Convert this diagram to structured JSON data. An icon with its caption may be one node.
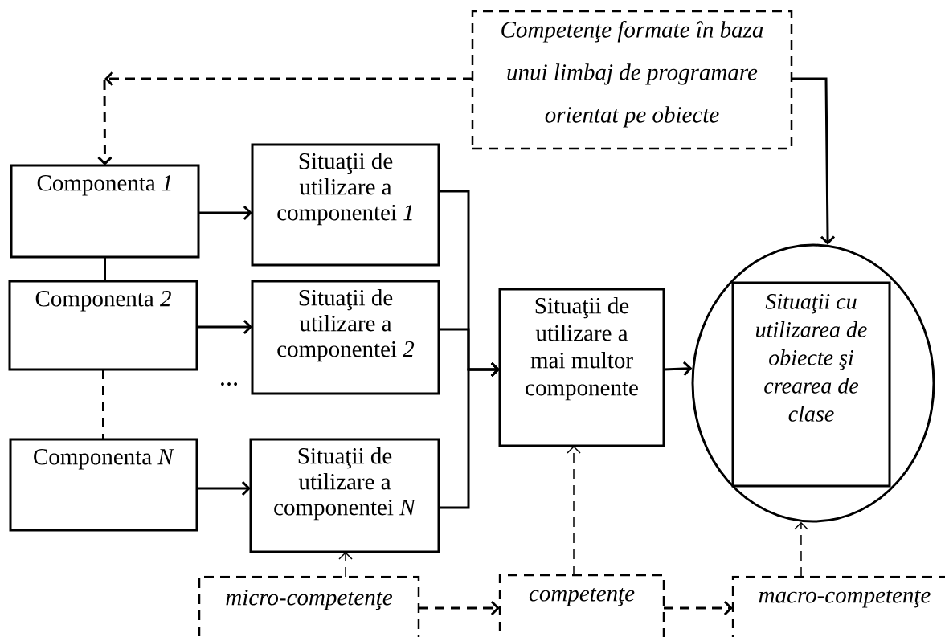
{
  "diagram": {
    "nodes": [
      {
        "text": [
          "Competenţe formate în baza unui limbaj de programare orientat pe obiecte"
        ]
      },
      {
        "text": [
          "Componenta *1*"
        ]
      },
      {
        "text": [
          "Situaţii de utilizare a componentei *1*"
        ]
      },
      {
        "text": [
          "Componenta *2*"
        ]
      },
      {
        "text": [
          "Situaţii de utilizare a componentei *2*"
        ]
      },
      {
        "text": [
          "Componenta *N*"
        ]
      },
      {
        "text": [
          "Situaţii de utilizare a componentei *N*"
        ]
      },
      {
        "text": [
          "Situaţii de utilizare a mai multor componente"
        ]
      },
      {
        "text": [],
        "shape": "circle"
      },
      {
        "text": [
          "Situaţii cu utilizarea de obiecte şi crearea de clase"
        ],
        "in": 8
      },
      {
        "text": [
          "micro-competenţe"
        ]
      },
      {
        "text": [
          "competenţe"
        ]
      },
      {
        "text": [
          "macro-competenţe"
        ]
      }
    ],
    "edges": [
      {
        "from": 0,
        "to": 1,
        "arrow": "to",
        "style": "dashed"
      },
      {
        "from": 0,
        "to": 8,
        "arrow": "to"
      },
      {
        "from": 1,
        "to": 3,
        "arrow": "none"
      },
      {
        "from": 3,
        "to": 5,
        "arrow": "none",
        "style": "dashed"
      },
      {
        "from": 1,
        "to": 2,
        "arrow": "to"
      },
      {
        "from": 3,
        "to": 4,
        "arrow": "to"
      },
      {
        "from": 5,
        "to": 6,
        "arrow": "to"
      },
      {
        "from": 2,
        "to": 7,
        "arrow": "to"
      },
      {
        "from": 4,
        "to": 7,
        "arrow": "to"
      },
      {
        "from": 6,
        "to": 7,
        "arrow": "to"
      },
      {
        "from": 7,
        "to": 8,
        "arrow": "to"
      },
      {
        "from": 10,
        "to": 6,
        "arrow": "to",
        "style": "dashed"
      },
      {
        "from": 11,
        "to": 7,
        "arrow": "to",
        "style": "dashed"
      },
      {
        "from": 12,
        "to": 8,
        "arrow": "to",
        "style": "dashed"
      },
      {
        "from": 10,
        "to": 11,
        "arrow": "to",
        "style": "dashed"
      },
      {
        "from": 11,
        "to": 12,
        "arrow": "to",
        "style": "dashed"
      }
    ],
    "labels": [
      "…"
    ]
  }
}
